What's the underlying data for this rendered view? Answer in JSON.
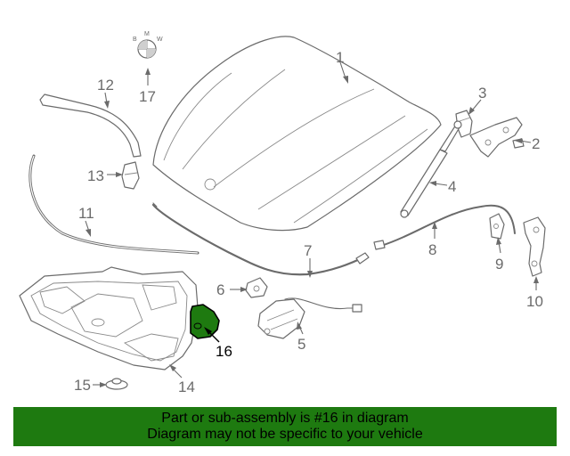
{
  "diagram": {
    "callouts": [
      "1",
      "2",
      "3",
      "4",
      "5",
      "6",
      "7",
      "8",
      "9",
      "10",
      "11",
      "12",
      "13",
      "14",
      "15",
      "16",
      "17"
    ],
    "highlighted_callout": "16",
    "highlight_color": "#1e7a10",
    "logo_letters": [
      "B",
      "M",
      "W"
    ]
  },
  "banner": {
    "line1": "Part or sub-assembly is #16 in diagram",
    "line2": "Diagram may not be specific to your vehicle",
    "background_color": "#1e7a10"
  }
}
